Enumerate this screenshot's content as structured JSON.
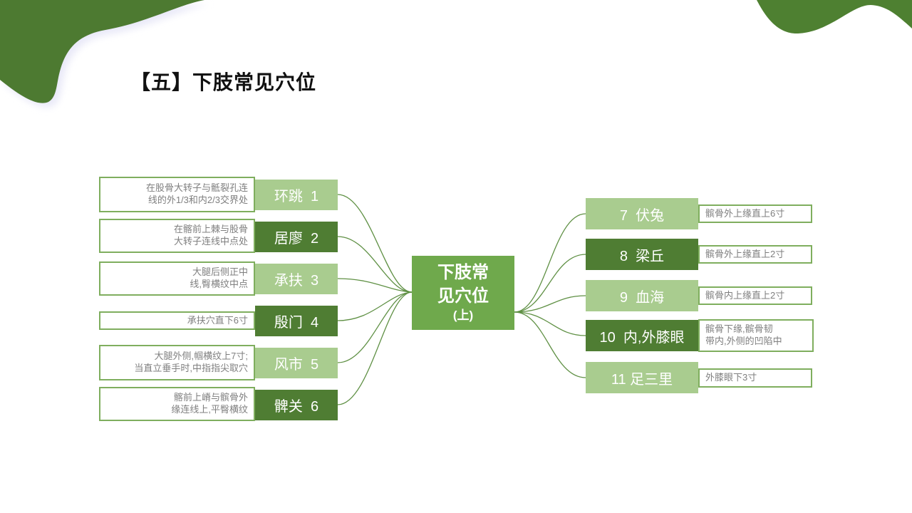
{
  "slide_title": "【五】下肢常见穴位",
  "center": {
    "line1": "下肢常",
    "line2": "见穴位",
    "line3": "(上)"
  },
  "left_items": [
    {
      "label": "环跳  1",
      "desc": "在股骨大转子与骶裂孔连\n线的外1/3和内2/3交界处"
    },
    {
      "label": "居廖  2",
      "desc": "在髂前上棘与股骨\n大转子连线中点处"
    },
    {
      "label": "承扶  3",
      "desc": "大腿后侧正中\n线,臀横纹中点"
    },
    {
      "label": "殷门  4",
      "desc": "承扶穴直下6寸"
    },
    {
      "label": "风市  5",
      "desc": "大腿外侧,帼横纹上7寸;\n当直立垂手时,中指指尖取穴"
    },
    {
      "label": "髀关  6",
      "desc": "髂前上嵴与髌骨外\n缘连线上,平臀横纹"
    }
  ],
  "right_items": [
    {
      "label": "7  伏兔",
      "desc": "髌骨外上缘直上6寸"
    },
    {
      "label": "8  梁丘",
      "desc": "髌骨外上缘直上2寸"
    },
    {
      "label": "9  血海",
      "desc": "髌骨内上缘直上2寸"
    },
    {
      "label": "10  内,外膝眼",
      "desc": "髌骨下缘,髌骨韧\n带内,外侧的凹陷中"
    },
    {
      "label": "11 足三里",
      "desc": "外膝眼下3寸"
    }
  ],
  "colors": {
    "light_green": "#a9cc8f",
    "dark_green": "#4f7d33",
    "center_green": "#6fa94c",
    "connector_green": "#5f9044",
    "desc_border_green": "#7fae5e",
    "desc_text_gray": "#7f7f7f",
    "blob_green_top_left": "#4d7a31",
    "blob_green_top_right": "#4e8031",
    "shadow_lavender": "#e9e9f8",
    "title_black": "#111111"
  }
}
